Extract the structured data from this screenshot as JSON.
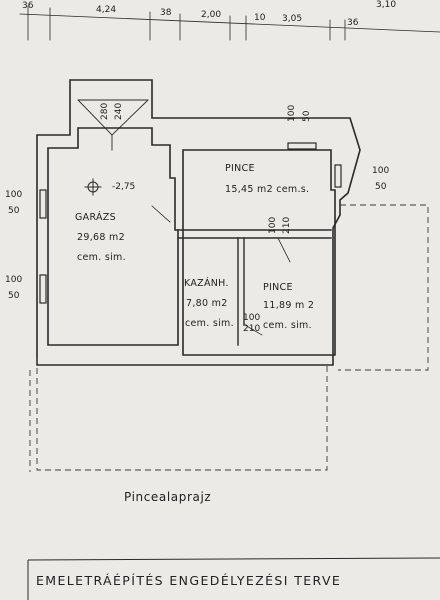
{
  "top_dims": [
    "36",
    "4,24",
    "38",
    "2,00",
    "10",
    "3,05",
    "36",
    "3,10"
  ],
  "window_left_1": {
    "w": "100",
    "h": "50"
  },
  "window_left_2": {
    "w": "100",
    "h": "50"
  },
  "window_right": {
    "w": "100",
    "h": "50"
  },
  "window_top": {
    "w": "100",
    "h": "50"
  },
  "garage_door": {
    "w": "280",
    "h": "240"
  },
  "door_inner": {
    "w": "100",
    "h": "210"
  },
  "door_small": {
    "w": "100",
    "h": "210"
  },
  "level_mark": "-2,75",
  "rooms": {
    "garage": {
      "name": "GARÁZS",
      "area": "29,68 m2",
      "floor": "cem. sim."
    },
    "pince_top": {
      "name": "PINCE",
      "area": "15,45 m2 cem.s."
    },
    "kazanh": {
      "name": "KAZÁNH.",
      "area": "7,80 m2",
      "floor": "cem. sim."
    },
    "pince_bottom": {
      "name": "PINCE",
      "area": "11,89 m 2",
      "floor": "cem. sim."
    }
  },
  "caption": "Pincealaprajz",
  "title_block": "EMELETRÁÉPÍTÉS ENGEDÉLYEZÉSI TERVE"
}
